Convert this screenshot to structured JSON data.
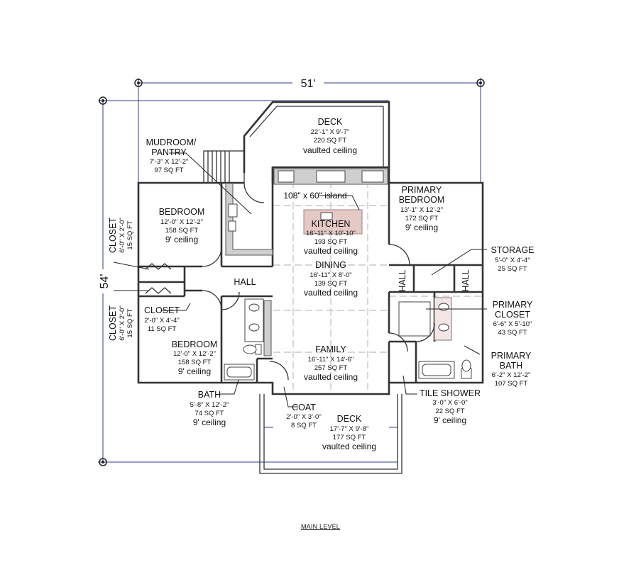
{
  "plan": {
    "caption": "MAIN LEVEL",
    "dimensions": {
      "width": "51'",
      "height": "54'"
    },
    "rooms": [
      {
        "id": "deck-top",
        "name": "DECK",
        "dims": "22'-1\" X 9'-7\"",
        "area": "220 SQ FT",
        "ceiling": "vaulted ceiling"
      },
      {
        "id": "mudroom",
        "name1": "MUDROOM/",
        "name2": "PANTRY",
        "dims": "7'-3\" X 12'-2\"",
        "area": "97 SQ FT"
      },
      {
        "id": "bedroom-1",
        "name": "BEDROOM",
        "dims": "12'-0\" X 12'-2\"",
        "area": "158 SQ FT",
        "ceiling": "9' ceiling"
      },
      {
        "id": "closet-1",
        "name": "CLOSET",
        "dims": "6'-0\" X 2'-0\"",
        "area": "15 SQ FT"
      },
      {
        "id": "closet-2",
        "name": "CLOSET",
        "dims": "6'-0\" X 2'-0\"",
        "area": "15 SQ FT"
      },
      {
        "id": "closet-3",
        "name": "CLOSET",
        "dims": "2'-0\" X 4'-4\"",
        "area": "11 SQ FT"
      },
      {
        "id": "bedroom-2",
        "name": "BEDROOM",
        "dims": "12'-0\" X 12'-2\"",
        "area": "158 SQ FT",
        "ceiling": "9' ceiling"
      },
      {
        "id": "bath",
        "name": "BATH",
        "dims": "5'-8\" X 12'-2\"",
        "area": "74 SQ FT",
        "ceiling": "9' ceiling"
      },
      {
        "id": "coat",
        "name": "COAT",
        "dims": "2'-0\" X 3'-0\"",
        "area": "8 SQ FT"
      },
      {
        "id": "deck-bottom",
        "name": "DECK",
        "dims": "17'-7\" X 9'-8\"",
        "area": "177 SQ FT",
        "ceiling": "vaulted ceiling"
      },
      {
        "id": "kitchen",
        "name": "KITCHEN",
        "dims": "16'-11\" X 10'-10\"",
        "area": "193 SQ FT",
        "ceiling": "vaulted ceiling",
        "island": "108\" x 60\" island"
      },
      {
        "id": "dining",
        "name": "DINING",
        "dims": "16'-11\" X 8'-0\"",
        "area": "139 SQ FT",
        "ceiling": "vaulted ceiling"
      },
      {
        "id": "family",
        "name": "FAMILY",
        "dims": "16'-11\" X 14'-6\"",
        "area": "257 SQ FT",
        "ceiling": "vaulted ceiling"
      },
      {
        "id": "primary-bedroom",
        "name1": "PRIMARY",
        "name2": "BEDROOM",
        "dims": "13'-1\" X 12'-2\"",
        "area": "172 SQ FT",
        "ceiling": "9' ceiling"
      },
      {
        "id": "storage",
        "name": "STORAGE",
        "dims": "5'-0\" X 4'-4\"",
        "area": "25 SQ FT"
      },
      {
        "id": "primary-closet",
        "name1": "PRIMARY",
        "name2": "CLOSET",
        "dims": "6'-6\" X 5'-10\"",
        "area": "43 SQ FT"
      },
      {
        "id": "primary-bath",
        "name1": "PRIMARY",
        "name2": "BATH",
        "dims": "6'-2\" X 12'-2\"",
        "area": "107 SQ FT"
      },
      {
        "id": "tile-shower",
        "name": "TILE SHOWER",
        "dims": "3'-0\" X 6'-0\"",
        "area": "22 SQ FT",
        "ceiling": "9' ceiling"
      }
    ],
    "hall_labels": [
      "HALL",
      "HALL",
      "HALL"
    ]
  }
}
